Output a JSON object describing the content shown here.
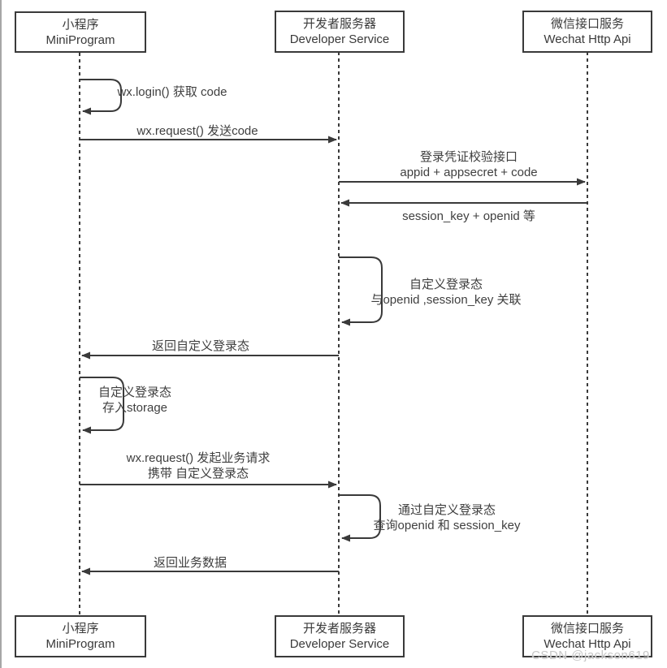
{
  "diagram": {
    "title_hint": "WeChat MiniProgram login sequence diagram",
    "actors": [
      {
        "id": "miniprogram",
        "zh": "小程序",
        "en": "MiniProgram"
      },
      {
        "id": "developer-service",
        "zh": "开发者服务器",
        "en": "Developer Service"
      },
      {
        "id": "wechat-api",
        "zh": "微信接口服务",
        "en": "Wechat Http Api"
      }
    ],
    "messages": [
      {
        "kind": "self",
        "actor": "miniprogram",
        "lines": [
          "wx.login() 获取 code"
        ]
      },
      {
        "kind": "arrow",
        "from": "miniprogram",
        "to": "developer-service",
        "lines": [
          "wx.request() 发送code"
        ]
      },
      {
        "kind": "arrow",
        "from": "developer-service",
        "to": "wechat-api",
        "lines": [
          "登录凭证校验接口",
          "appid + appsecret + code"
        ]
      },
      {
        "kind": "arrow",
        "from": "wechat-api",
        "to": "developer-service",
        "lines": [
          "session_key + openid 等"
        ]
      },
      {
        "kind": "self",
        "actor": "developer-service",
        "lines": [
          "自定义登录态",
          "与openid ,session_key 关联"
        ]
      },
      {
        "kind": "arrow",
        "from": "developer-service",
        "to": "miniprogram",
        "lines": [
          "返回自定义登录态"
        ]
      },
      {
        "kind": "self",
        "actor": "miniprogram",
        "lines": [
          "自定义登录态",
          "存入storage"
        ]
      },
      {
        "kind": "arrow",
        "from": "miniprogram",
        "to": "developer-service",
        "lines": [
          "wx.request() 发起业务请求",
          "携带 自定义登录态"
        ]
      },
      {
        "kind": "self",
        "actor": "developer-service",
        "lines": [
          "通过自定义登录态",
          "查询openid 和 session_key"
        ]
      },
      {
        "kind": "arrow",
        "from": "developer-service",
        "to": "miniprogram",
        "lines": [
          "返回业务数据"
        ]
      }
    ],
    "watermark": "CSDN @jackson619",
    "colors": {
      "stroke": "#3a3a3a",
      "text": "#3f3f3f",
      "watermark": "#c6c6c6",
      "edge_line": "#a6a6a6"
    }
  }
}
